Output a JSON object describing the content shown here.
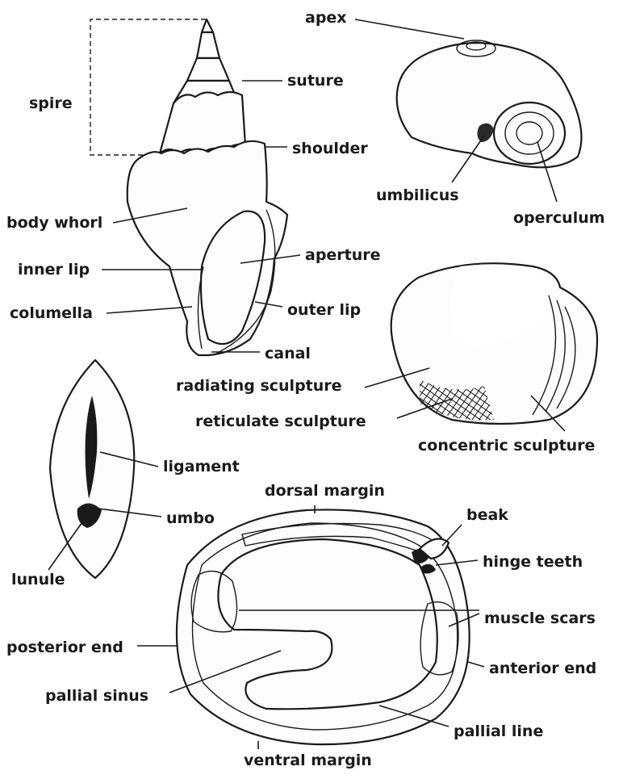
{
  "figure": {
    "labels": {
      "apex": "apex",
      "suture": "suture",
      "spire": "spire",
      "shoulder": "shoulder",
      "body_whorl": "body whorl",
      "inner_lip": "inner lip",
      "aperture": "aperture",
      "columella": "columella",
      "outer_lip": "outer lip",
      "canal": "canal",
      "umbilicus": "umbilicus",
      "operculum": "operculum",
      "radiating_sculpture": "radiating sculpture",
      "reticulate_sculpture": "reticulate sculpture",
      "concentric_sculpture": "concentric sculpture",
      "ligament": "ligament",
      "umbo": "umbo",
      "lunule": "lunule",
      "dorsal_margin": "dorsal margin",
      "beak": "beak",
      "hinge_teeth": "hinge teeth",
      "muscle_scars": "muscle scars",
      "posterior_end": "posterior end",
      "anterior_end": "anterior end",
      "pallial_sinus": "pallial sinus",
      "pallial_line": "pallial line",
      "ventral_margin": "ventral margin"
    }
  }
}
